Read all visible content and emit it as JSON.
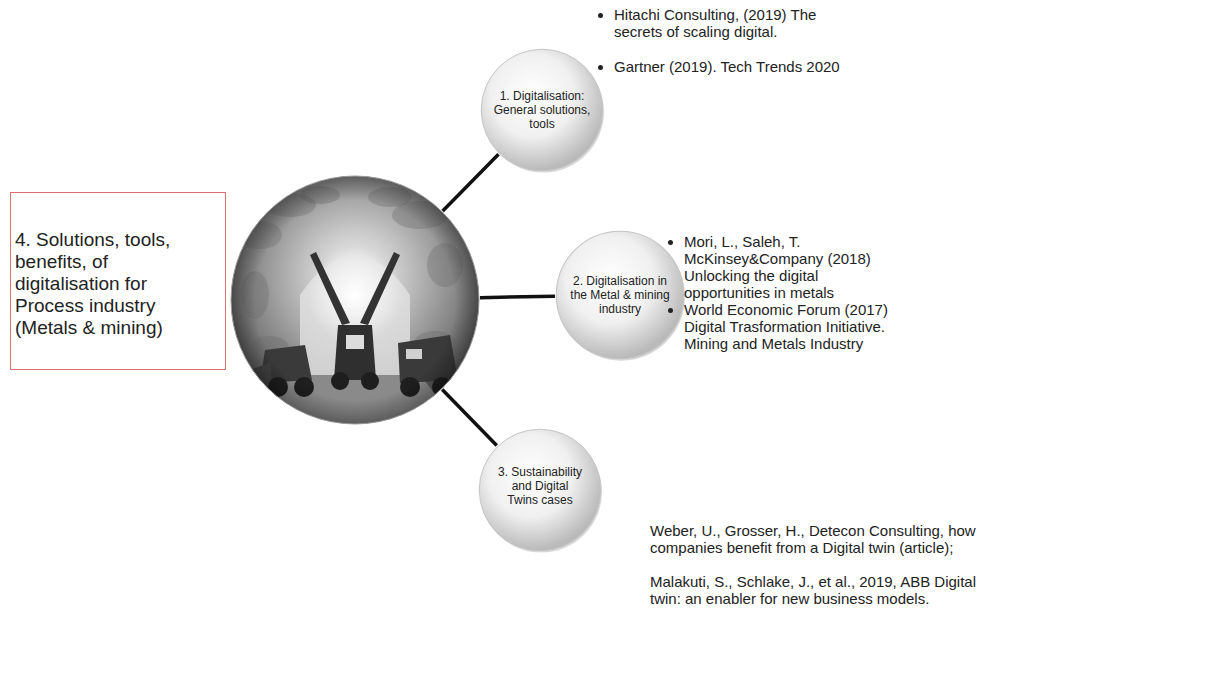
{
  "diagram": {
    "nodes": [
      {
        "text": [
          "4. Solutions, tools, benefits, of digitalisation for Process industry (Metals & mining)"
        ]
      },
      {
        "text": [
          "1. Digitalisation: General solutions, tools"
        ]
      },
      {
        "text": [
          "2. Digitalisation in the Metal & mining industry"
        ]
      },
      {
        "text": [
          "3. Sustainability and Digital Twins cases"
        ]
      }
    ],
    "edges": [
      {
        "from": 0,
        "to": 1,
        "arrow": "none"
      },
      {
        "from": 0,
        "to": 2,
        "arrow": "none"
      },
      {
        "from": 0,
        "to": 3,
        "arrow": "none"
      }
    ],
    "labels": [
      "Hitachi Consulting, (2019) The secrets of scaling digital.",
      "Gartner (2019). Tech Trends 2020",
      "Mori, L., Saleh, T. McKinsey&Company (2018) Unlocking the digital opportunities in metals",
      "World Economic Forum (2017) Digital Trasformation Initiative. Mining and Metals Industry",
      "Weber, U., Grosser, H., Detecon Consulting, how companies benefit from a Digital twin (article);",
      "Malakuti, S., Schlake, J., et al., 2019, ABB Digital twin: an enabler for new business models."
    ]
  }
}
